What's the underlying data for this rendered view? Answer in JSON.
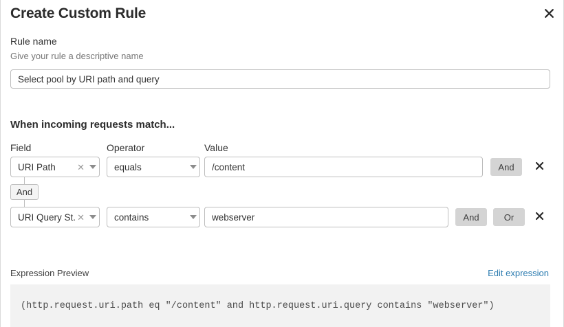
{
  "dialog": {
    "title": "Create Custom Rule",
    "close_icon": "close-icon"
  },
  "rule_name": {
    "label": "Rule name",
    "hint": "Give your rule a descriptive name",
    "value": "Select pool by URI path and query",
    "placeholder": ""
  },
  "match_section": {
    "heading": "When incoming requests match...",
    "columns": {
      "field": "Field",
      "operator": "Operator",
      "value": "Value"
    },
    "connector": {
      "label": "And"
    },
    "rows": [
      {
        "field": "URI Path",
        "operator": "equals",
        "value": "/content",
        "and_label": "And",
        "or_label": "Or",
        "show_or": false,
        "and_active": true,
        "or_active": false,
        "delete_icon": "close-icon"
      },
      {
        "field": "URI Query St...",
        "operator": "contains",
        "value": "webserver",
        "and_label": "And",
        "or_label": "Or",
        "show_or": true,
        "and_active": true,
        "or_active": true,
        "delete_icon": "close-icon"
      }
    ]
  },
  "expression_preview": {
    "label": "Expression Preview",
    "edit_link": "Edit expression",
    "expression": "(http.request.uri.path eq \"/content\" and http.request.uri.query contains \"webserver\")"
  },
  "colors": {
    "link": "#2c7cb0",
    "button_bg": "#d4d4d4",
    "border": "#bdbdbd",
    "expr_bg": "#f2f2f2",
    "text": "#313131",
    "muted_text": "#767676"
  }
}
